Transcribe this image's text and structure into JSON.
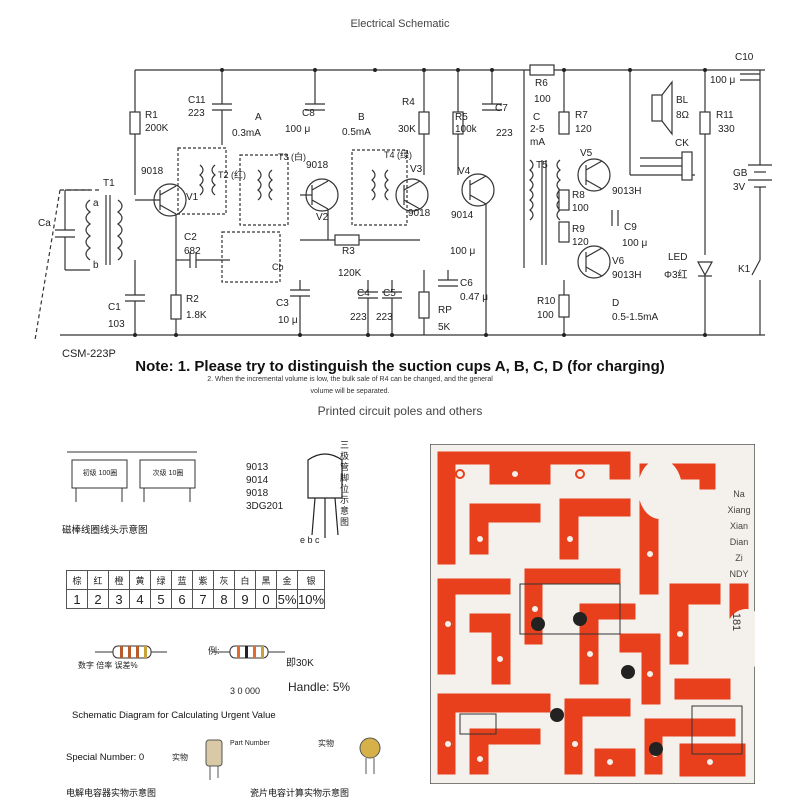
{
  "title": "Electrical Schematic",
  "note_main": "Note: 1. Please try to distinguish the suction cups A, B, C, D (for charging)",
  "note_sub": "2. When the incremental volume is low, the bulk sale of R4 can be changed, and the general volume will be separated.",
  "pcb_title": "Printed circuit poles and others",
  "schematic_labels": {
    "r1": "R1",
    "r1v": "200K",
    "c11": "C11",
    "c11v": "223",
    "a": "A",
    "av": "0.3mA",
    "c8": "C8",
    "c8v": "100 μ",
    "b": "B",
    "bv": "0.5mA",
    "r4": "R4",
    "r4v": "30K",
    "r5": "R5",
    "r5v": "100k",
    "c7": "C7",
    "c7v": "223",
    "r6": "R6",
    "r6v": "100",
    "c": "C",
    "cv1": "2-5",
    "cv2": "mA",
    "r7": "R7",
    "r7v": "120",
    "bl": "BL",
    "blv": "8Ω",
    "r11": "R11",
    "r11v": "330",
    "c10": "C10",
    "c10v": "100 μ",
    "ck": "CK",
    "gb": "GB",
    "gbv": "3V",
    "q1": "9018",
    "v1": "V1",
    "t1": "T1",
    "t2": "T2 (红)",
    "t3": "T3 (白)",
    "t4": "T4 (绿)",
    "q2": "9018",
    "v2": "V2",
    "v3": "V3",
    "q3": "9018",
    "v4": "V4",
    "q4": "9014",
    "t5": "T5",
    "v5": "V5",
    "q5": "9013H",
    "r8": "R8",
    "r8v": "100",
    "r9": "R9",
    "r9v": "120",
    "c9": "C9",
    "c9v": "100 μ",
    "led": "LED",
    "ledv": "Φ3红",
    "k1": "K1",
    "c2": "C2",
    "c2v": "682",
    "ca": "Ca",
    "cb": "Cb",
    "r3": "R3",
    "r3v": "120K",
    "c6": "C6",
    "c6v": "0.47 μ",
    "c4": "C4",
    "c4v": "223",
    "c5": "C5",
    "c5v": "223",
    "rp": "RP",
    "rpv": "5K",
    "c3": "C3",
    "c3v": "10 μ",
    "c1": "C1",
    "c1v": "103",
    "r2": "R2",
    "r2v": "1.8K",
    "r10": "R10",
    "r10v": "100",
    "v6": "V6",
    "q6": "9013H",
    "d": "D",
    "dv": "0.5-1.5mA",
    "c100u": "100 μ",
    "ant": "CSM-223P",
    "ta": "a",
    "tb": "b"
  },
  "coil": {
    "caption": "磁棒线圈线头示意图",
    "left_label": "初级 100圈",
    "right_label": "次级 10圈"
  },
  "transistor": {
    "models": [
      "9013",
      "9014",
      "9018",
      "3DG201"
    ],
    "pins": "e b c",
    "side_caption": "三极管脚位示意图"
  },
  "color_table": {
    "colors": [
      "棕",
      "红",
      "橙",
      "黄",
      "绿",
      "蓝",
      "紫",
      "灰",
      "白",
      "黑",
      "金",
      "银"
    ],
    "digits": [
      "1",
      "2",
      "3",
      "4",
      "5",
      "6",
      "7",
      "8",
      "9",
      "0",
      "5%",
      "10%"
    ]
  },
  "resistor_example": {
    "value": "即30K",
    "example": "例:",
    "labels": "3  0  000",
    "tolerance": "Handle: 5%",
    "left_labels": "数字  倍率  误差%"
  },
  "captions": {
    "calc": "Schematic Diagram for Calculating Urgent Value",
    "special": "Special Number: 0",
    "part_number": "Part Number",
    "bottom_left": "电解电容器实物示意图",
    "bottom_right": "瓷片电容计算实物示意图",
    "real": "实物"
  },
  "brand": [
    "Na",
    "Xiang",
    "Xian",
    "Dian",
    "Zi",
    "NDY"
  ],
  "pcb": {
    "copper_color": "#e8401c",
    "board_color": "#f4f1ec",
    "label": "181"
  }
}
